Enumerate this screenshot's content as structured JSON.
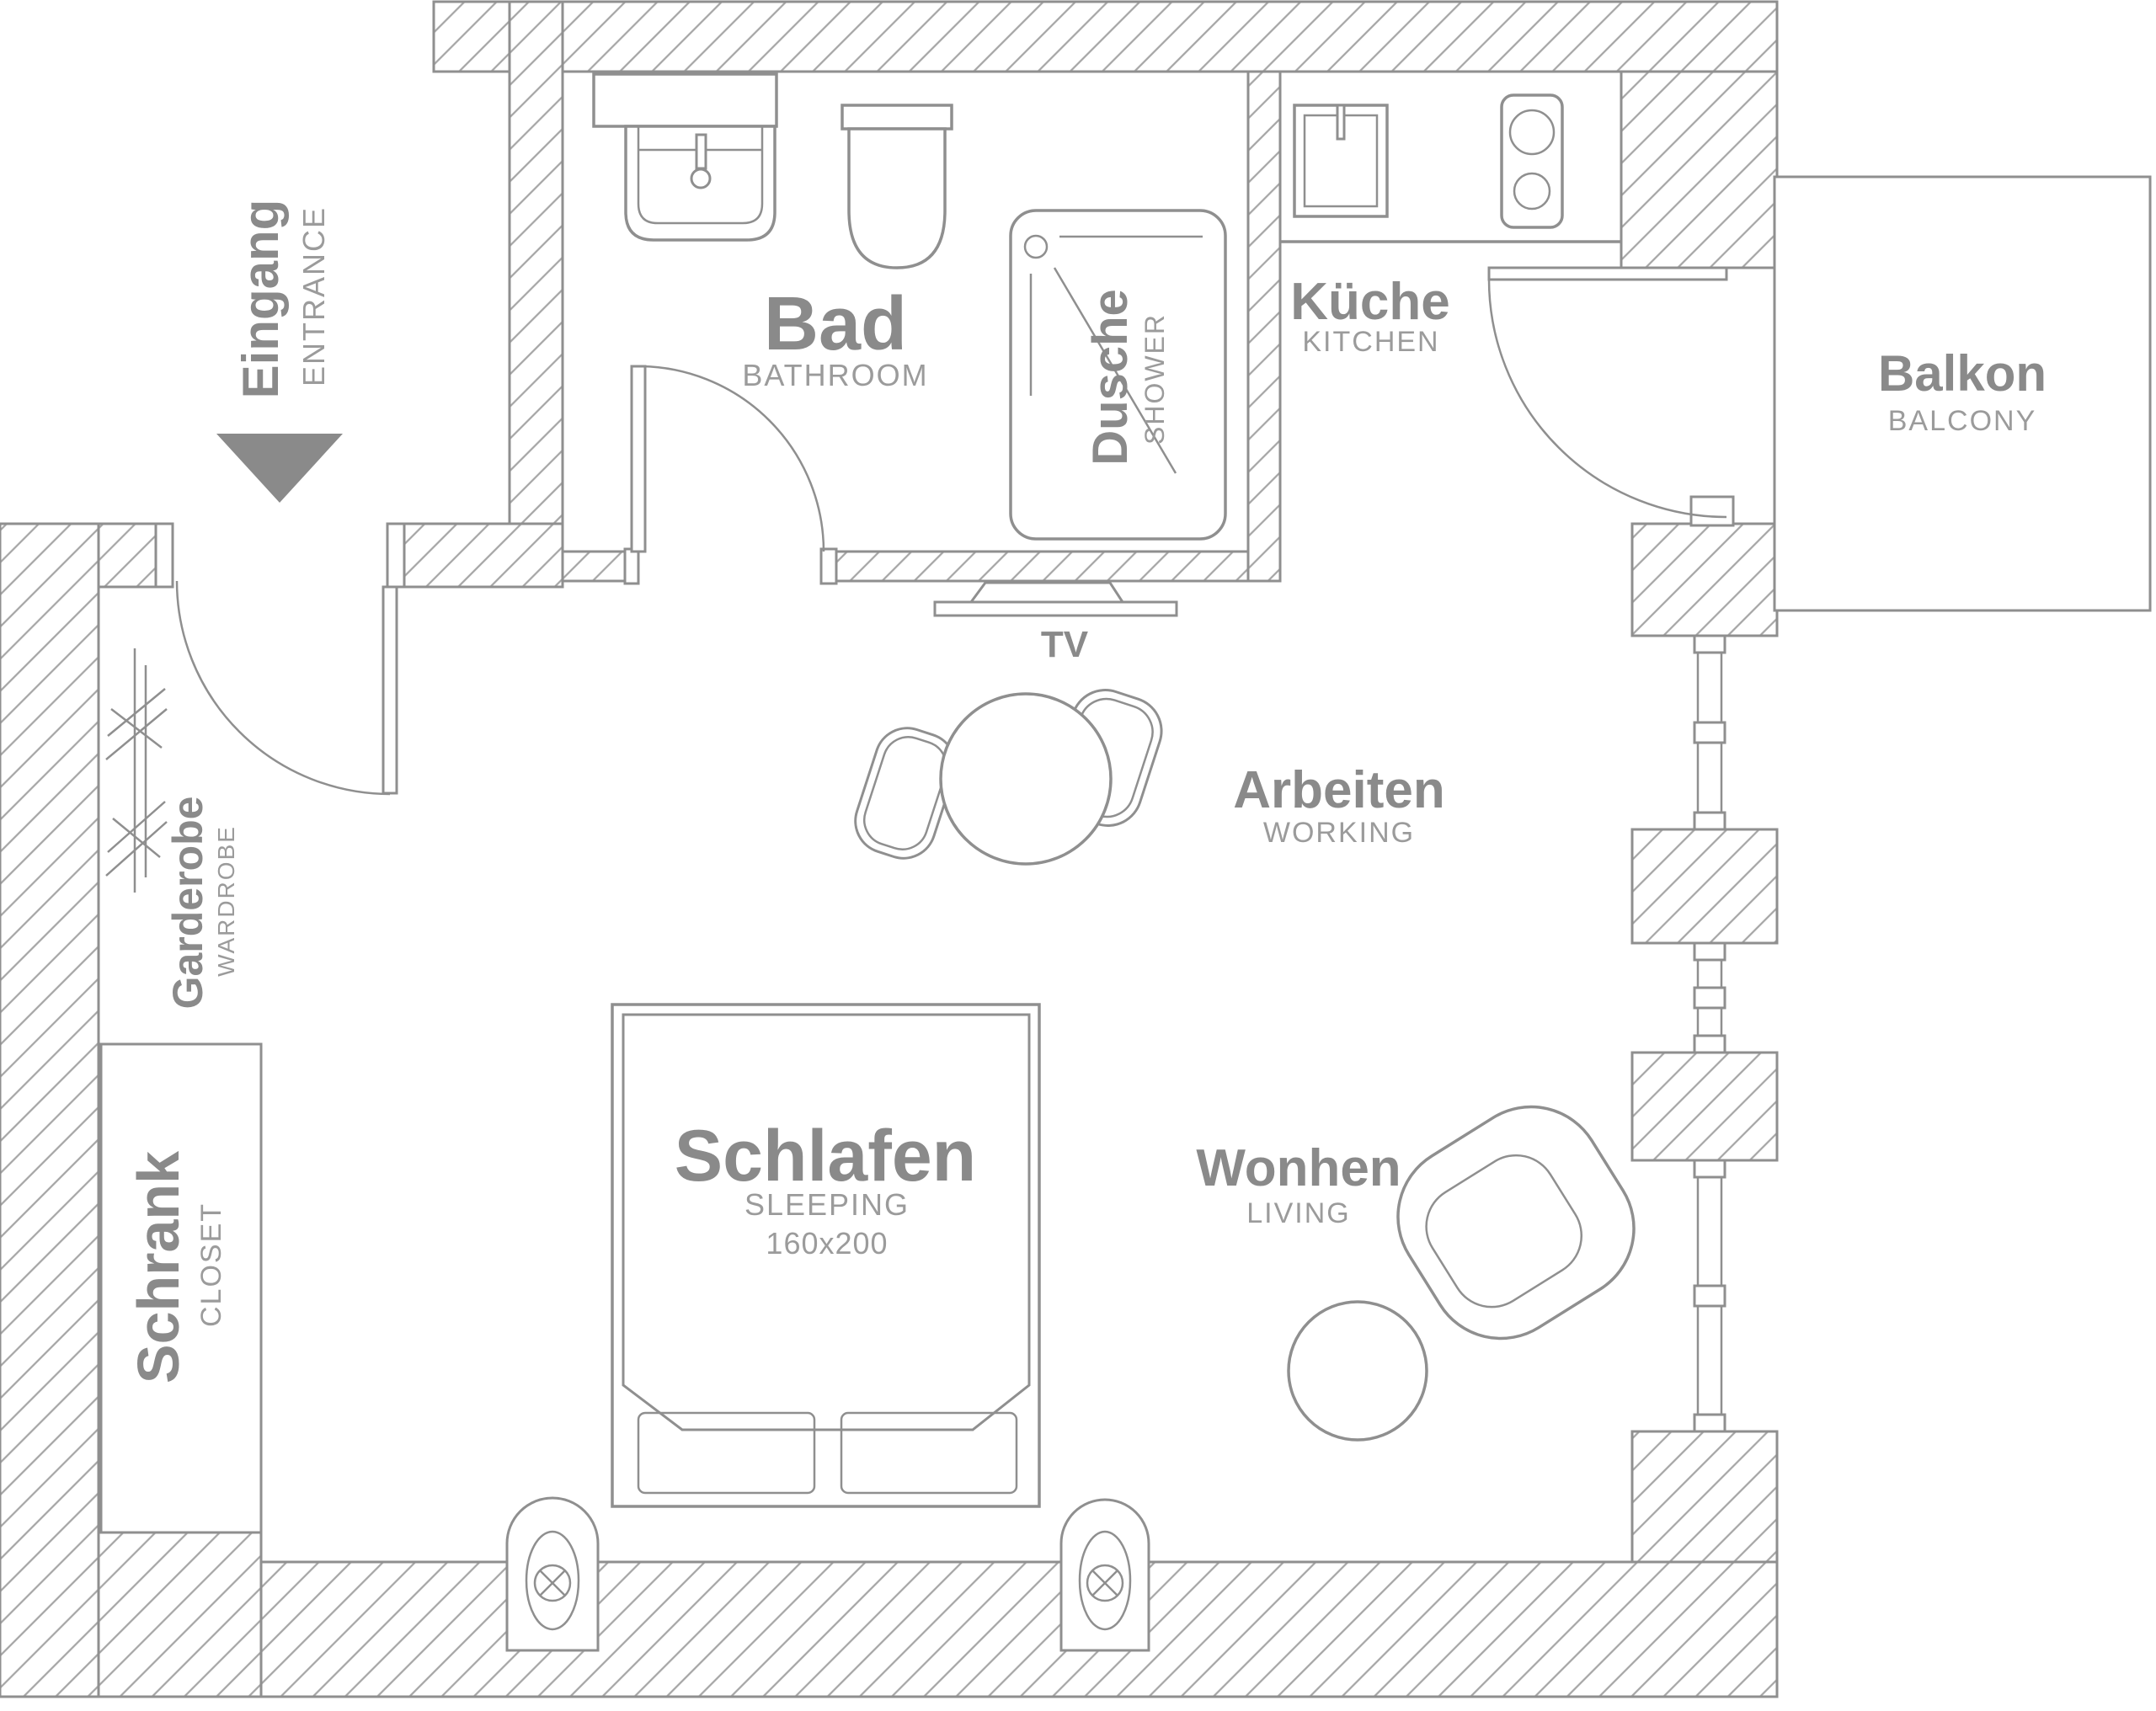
{
  "meta": {
    "type": "apartment-floor-plan",
    "language": "German / English"
  },
  "colors": {
    "background": "#ffffff",
    "line": "#8f8f8f",
    "label": "#8a8a8a",
    "sublabel": "#9b9b9b",
    "hatch": "#a6a6a6",
    "arrow": "#8a8a8a"
  },
  "rooms": {
    "eingang": {
      "label": "Eingang",
      "sublabel": "ENTRANCE"
    },
    "bad": {
      "label": "Bad",
      "sublabel": "BATHROOM"
    },
    "dusche": {
      "label": "Dusche",
      "sublabel": "SHOWER"
    },
    "kueche": {
      "label": "Küche",
      "sublabel": "KITCHEN"
    },
    "balkon": {
      "label": "Balkon",
      "sublabel": "BALCONY"
    },
    "garderobe": {
      "label": "Garderobe",
      "sublabel": "WARDROBE"
    },
    "schrank": {
      "label": "Schrank",
      "sublabel": "CLOSET"
    },
    "schlafen": {
      "label": "Schlafen",
      "sublabel": "SLEEPING",
      "size": "160x200"
    },
    "arbeiten": {
      "label": "Arbeiten",
      "sublabel": "WORKING"
    },
    "wohnen": {
      "label": "Wonhen",
      "sublabel": "LIVING"
    },
    "tv": {
      "label": "TV"
    }
  }
}
